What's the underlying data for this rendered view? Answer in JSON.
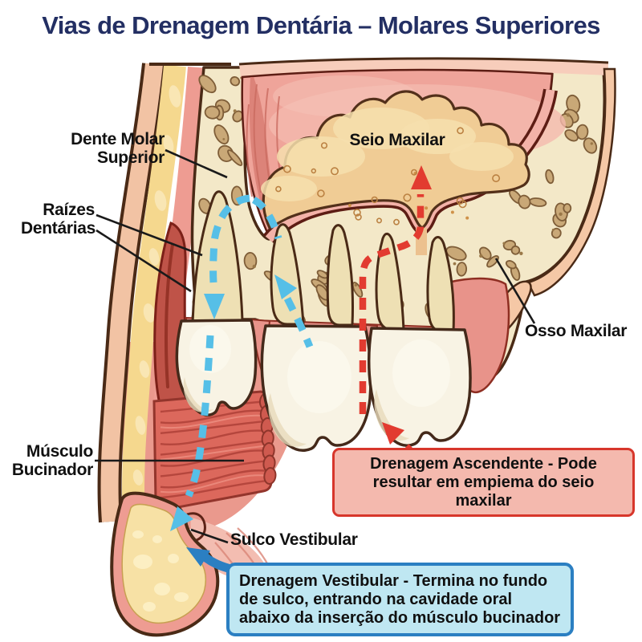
{
  "title": "Vias de Drenagem Dentária – Molares Superiores",
  "labels": {
    "dente_molar_superior": "Dente Molar Superior",
    "raizes_dentarias": "Raízes Dentárias",
    "seio_maxilar": "Seio Maxilar",
    "osso_maxilar": "Osso Maxilar",
    "musculo_bucinador": "Músculo Bucinador",
    "sulco_vestibular": "Sulco Vestibular"
  },
  "callouts": {
    "ascendente": {
      "text": "Drenagem Ascendente - Pode resultar em empiema do seio maxilar",
      "fill": "#f4b9ae",
      "border": "#d7362b"
    },
    "vestibular": {
      "text": "Drenagem Vestibular - Termina no fundo de sulco, entrando na cavidade oral abaixo da inserção do músculo bucinador",
      "fill": "#bfe7f2",
      "border": "#2b7fc2"
    }
  },
  "palette": {
    "title": "#232f63",
    "label": "#111111",
    "leader": "#1a1a1a",
    "outline": "#4a2a16",
    "blue_arrow": "#56bfe7",
    "blue_solid": "#2b7fc2",
    "red_arrow": "#e23b30",
    "bone": "#f3e8c8",
    "trabecula": "#c9a877",
    "sinus": "#f0cc95",
    "sinus_speckle": "#bb8142",
    "palate_pink": "#efa49a",
    "mucosa_band": "#f3b2a8",
    "dark_red": "#5d1d14",
    "muscle": "#dc685c",
    "muscle_striation": "#b2443b",
    "skin": "#f2c3a4",
    "fat": "#f5d88e",
    "cheek_pink": "#ee9c92",
    "gum": "#e8938a",
    "enamel": "#f8f3e4",
    "dentin": "#eee0b4"
  }
}
